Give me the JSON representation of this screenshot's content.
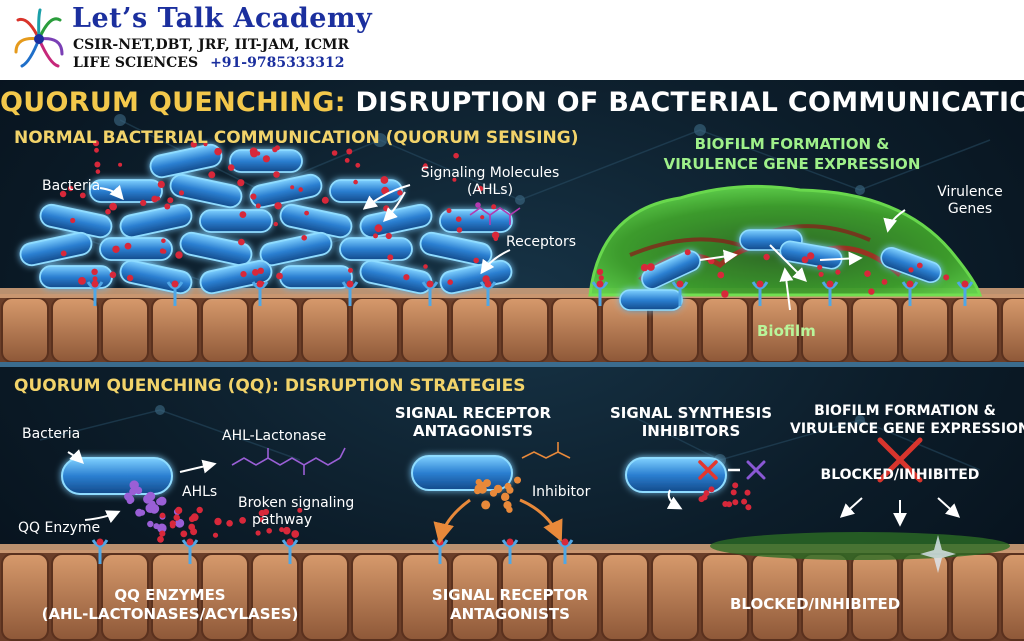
{
  "banner": {
    "academy": "Let’s Talk Academy",
    "exams": "CSIR-NET,DBT, JRF, IIT-JAM, ICMR",
    "subject": "LIFE SCIENCES",
    "phone": "+91-9785333312"
  },
  "title": {
    "accent": "QUORUM QUENCHING:",
    "rest": "DISRUPTION OF BACTERIAL COMMUNICATION"
  },
  "top": {
    "heading": "NORMAL BACTERIAL COMMUNICATION (QUORUM SENSING)",
    "bacteria_label": "Bacteria",
    "signaling_label_1": "Signaling Molecules",
    "signaling_label_2": "(AHLs)",
    "receptors_label": "Receptors",
    "biofilm_heading_1": "BIOFILM FORMATION &",
    "biofilm_heading_2": "VIRULENCE GENE EXPRESSION",
    "virulence_label_1": "Virulence",
    "virulence_label_2": "Genes",
    "biofilm_label": "Biofilm"
  },
  "bottom": {
    "heading": "QUORUM QUENCHING (QQ): DISRUPTION STRATEGIES",
    "bacteria_label": "Bacteria",
    "ahl_lactonase_label": "AHL-Lactonase",
    "ahls_label": "AHLs",
    "broken_label_1": "Broken signaling",
    "broken_label_2": "pathway",
    "qq_enzyme_label": "QQ Enzyme",
    "antagonist_heading_1": "SIGNAL RECEPTOR",
    "antagonist_heading_2": "ANTAGONISTS",
    "inhibitor_label": "Inhibitor",
    "synthesis_heading_1": "SIGNAL SYNTHESIS",
    "synthesis_heading_2": "INHIBITORS",
    "biofilm_heading_1": "BIOFILM FORMATION &",
    "biofilm_heading_2": "VIRULENCE GENE EXPRESSION",
    "blocked_label": "BLOCKED/INHIBITED",
    "footer_1a": "QQ ENZYMES",
    "footer_1b": "(AHL-LACTONASES/ACYLASES)",
    "footer_2a": "SIGNAL RECEPTOR",
    "footer_2b": "ANTAGONISTS",
    "footer_3": "BLOCKED/INHIBITED"
  },
  "colors": {
    "title_accent": "#f3c84b",
    "section_heading": "#f2d36a",
    "biofilm_heading": "#9ff08a",
    "bacteria_glow": "#4fb7ff",
    "signal_molecule": "#d8283a",
    "qq_enzyme": "#9a5fd6",
    "inhibitor": "#e8893a",
    "block_x": "#e3372e",
    "biofilm_green": "#4fc23a",
    "tissue": "#c98c63"
  },
  "icons": [
    "logo-icon",
    "bacterium-icon",
    "receptor-icon",
    "molecule-structure-icon",
    "block-x-icon",
    "arrow-icon",
    "sparkle-icon"
  ]
}
